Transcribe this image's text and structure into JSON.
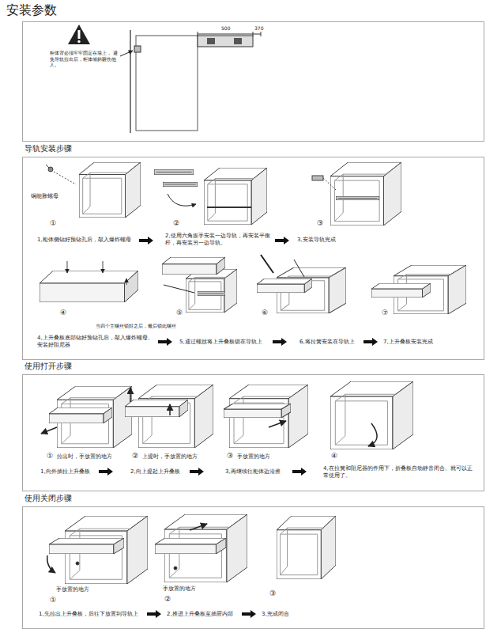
{
  "diagram": {
    "title": "安装参数",
    "nodes": [
      {
        "text": [
          "柜体背必须牢牢固定在墙上， 避免导轨拉出后，柜体倾斜砸伤他人。"
        ]
      },
      {
        "text": [
          "导轨安装步骤"
        ]
      },
      {
        "text": [
          "使用打开步骤"
        ]
      },
      {
        "text": [
          "使用关闭步骤"
        ]
      }
    ],
    "labels": [
      "500",
      "370",
      "铜能胀螺母",
      "①",
      "②",
      "③",
      "1,柜体侧钻好预钻孔后，敲入爆炸螺母",
      "2,使用六角扳手安装一边导轨，再安装平衡杆，再安装另一边导轨。",
      "3,安装导轨完成",
      "④",
      "⑤",
      "⑥",
      "⑦",
      "当四个主螺丝锁好之后，最后锁此螺丝",
      "4,上升叠板底部钻好预钻孔后，敲入爆炸螺母。安装好阻尼器",
      "5,通过螺丝将上升叠板锁在导轨上",
      "6,将拉簧安装在导轨上",
      "7,上升叠板安装完成",
      "①",
      "拉出时，手放置的地方",
      "②",
      "上提时，手放置的地方",
      "③",
      "手放置的地方",
      "④",
      "1,向外抽拉上升叠板",
      "2,向上提起上升叠板",
      "3,再继续往柜体边沿推",
      "4,在拉簧和阻尼器的作用下，折叠板自动静音闭合。就可以正常使用了。",
      "手放置的地方",
      "①",
      "手放置的地方",
      "②",
      "③",
      "1,先拉出上升叠板，后往下放置到导轨上",
      "2,推进上升叠板至抽屉内部",
      "3,完成闭合"
    ]
  }
}
